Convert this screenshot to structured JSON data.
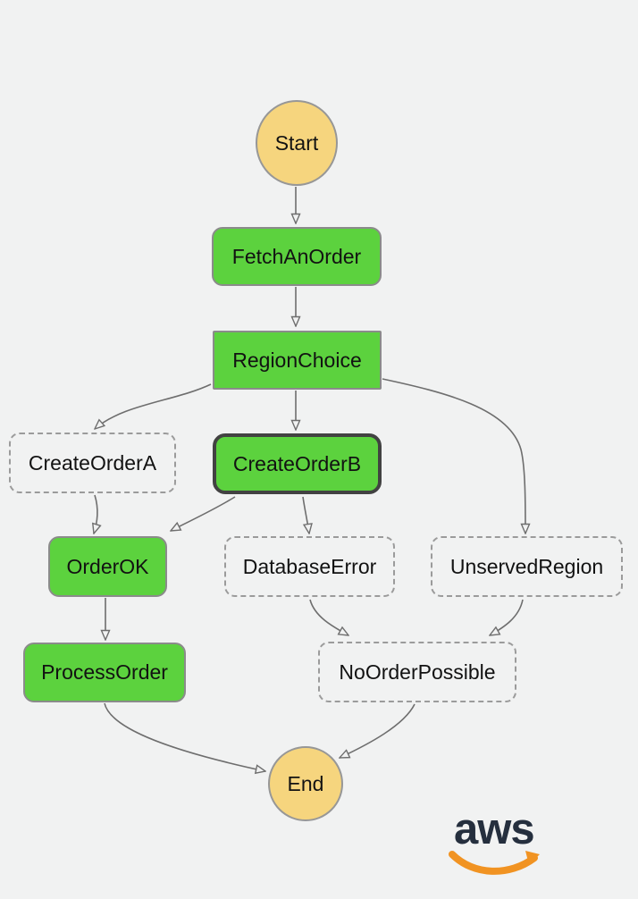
{
  "background": "#f1f2f2",
  "palette": {
    "task_green": "#5cd23e",
    "terminal_yellow": "#f6d57e",
    "node_border": "#8b8b8b",
    "selected_border": "#424242",
    "dashed_border": "#9b9b9b",
    "edge": "#6e6e6e",
    "text": "#121212",
    "logo_navy": "#252f3e",
    "logo_orange": "#f19322"
  },
  "diagram": {
    "nodes": [
      {
        "id": "start",
        "label": "Start",
        "shape": "circle",
        "style": "terminal"
      },
      {
        "id": "fetch-an-order",
        "label": "FetchAnOrder",
        "shape": "rounded-rect",
        "style": "visited"
      },
      {
        "id": "region-choice",
        "label": "RegionChoice",
        "shape": "rect",
        "style": "visited"
      },
      {
        "id": "create-order-a",
        "label": "CreateOrderA",
        "shape": "rounded-rect",
        "style": "not-visited-dashed"
      },
      {
        "id": "create-order-b",
        "label": "CreateOrderB",
        "shape": "rounded-rect",
        "style": "visited-selected"
      },
      {
        "id": "order-ok",
        "label": "OrderOK",
        "shape": "rounded-rect",
        "style": "visited"
      },
      {
        "id": "database-error",
        "label": "DatabaseError",
        "shape": "rounded-rect",
        "style": "not-visited-dashed"
      },
      {
        "id": "unserved-region",
        "label": "UnservedRegion",
        "shape": "rounded-rect",
        "style": "not-visited-dashed"
      },
      {
        "id": "process-order",
        "label": "ProcessOrder",
        "shape": "rounded-rect",
        "style": "visited"
      },
      {
        "id": "no-order-possible",
        "label": "NoOrderPossible",
        "shape": "rounded-rect",
        "style": "not-visited-dashed"
      },
      {
        "id": "end",
        "label": "End",
        "shape": "circle",
        "style": "terminal"
      }
    ],
    "edges": [
      {
        "from": "Start",
        "to": "FetchAnOrder"
      },
      {
        "from": "FetchAnOrder",
        "to": "RegionChoice"
      },
      {
        "from": "RegionChoice",
        "to": "CreateOrderA"
      },
      {
        "from": "RegionChoice",
        "to": "CreateOrderB"
      },
      {
        "from": "RegionChoice",
        "to": "UnservedRegion"
      },
      {
        "from": "CreateOrderA",
        "to": "OrderOK"
      },
      {
        "from": "CreateOrderB",
        "to": "OrderOK"
      },
      {
        "from": "CreateOrderB",
        "to": "DatabaseError"
      },
      {
        "from": "OrderOK",
        "to": "ProcessOrder"
      },
      {
        "from": "DatabaseError",
        "to": "NoOrderPossible"
      },
      {
        "from": "UnservedRegion",
        "to": "NoOrderPossible"
      },
      {
        "from": "ProcessOrder",
        "to": "End"
      },
      {
        "from": "NoOrderPossible",
        "to": "End"
      }
    ]
  },
  "logo": {
    "text": "aws"
  }
}
